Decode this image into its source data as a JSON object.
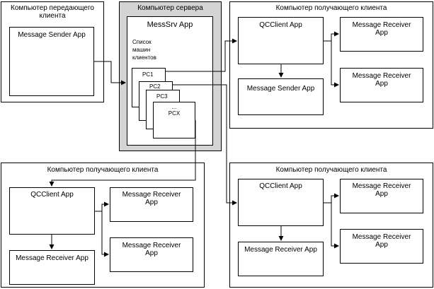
{
  "sender_computer": {
    "title": "Компьютер передающего клиента",
    "app": "Message Sender App"
  },
  "server_computer": {
    "title": "Компьютер сервера",
    "app": "MessSrv App",
    "list_label": "Список машин клиентов",
    "clients": [
      "PC1",
      "PC2",
      "PC3",
      "...",
      "PCX"
    ]
  },
  "receiver_top_right": {
    "title": "Компьютер получающего клиента",
    "client_app": "QCClient App",
    "sender_app": "Message Sender App",
    "receiver_apps": [
      "Message Receiver App",
      "Message Receiver App"
    ]
  },
  "receiver_bottom_left": {
    "title": "Компьютер получающего клиента",
    "client_app": "QCClient App",
    "lower_app": "Message Receiver App",
    "receiver_apps": [
      "Message Receiver App",
      "Message Receiver App"
    ]
  },
  "receiver_bottom_right": {
    "title": "Компьютер получающего клиента",
    "client_app": "QCClient App",
    "lower_app": "Message Receiver App",
    "receiver_apps": [
      "Message Receiver App",
      "Message Receiver App"
    ]
  }
}
